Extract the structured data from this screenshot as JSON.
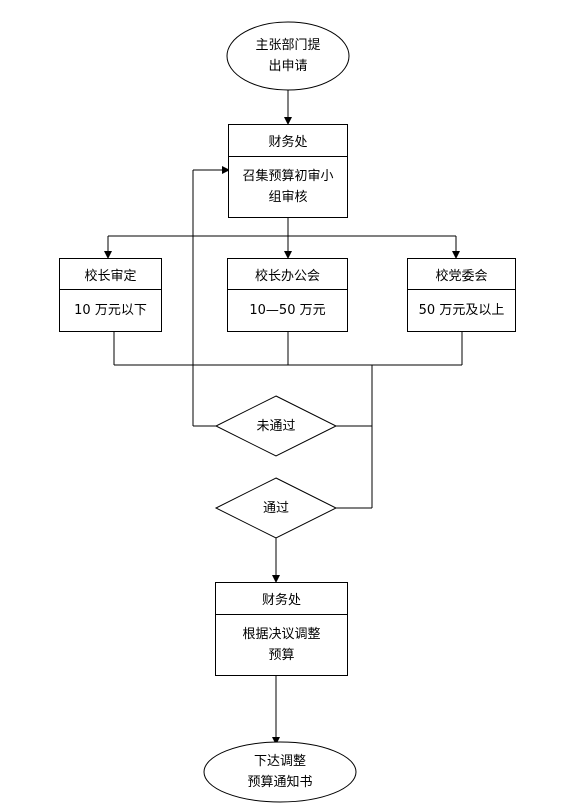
{
  "start": {
    "label": "主张部门提\n出申请"
  },
  "finance1": {
    "header": "财务处",
    "body": "召集预算初审小\n组审核"
  },
  "approvers": [
    {
      "header": "校长审定",
      "body": "10 万元以下"
    },
    {
      "header": "校长办公会",
      "body": "10—50 万元"
    },
    {
      "header": "校党委会",
      "body": "50 万元及以上"
    }
  ],
  "decision_fail": {
    "label": "未通过"
  },
  "decision_pass": {
    "label": "通过"
  },
  "finance2": {
    "header": "财务处",
    "body": "根据决议调整\n预算"
  },
  "end": {
    "label": "下达调整\n预算通知书"
  }
}
